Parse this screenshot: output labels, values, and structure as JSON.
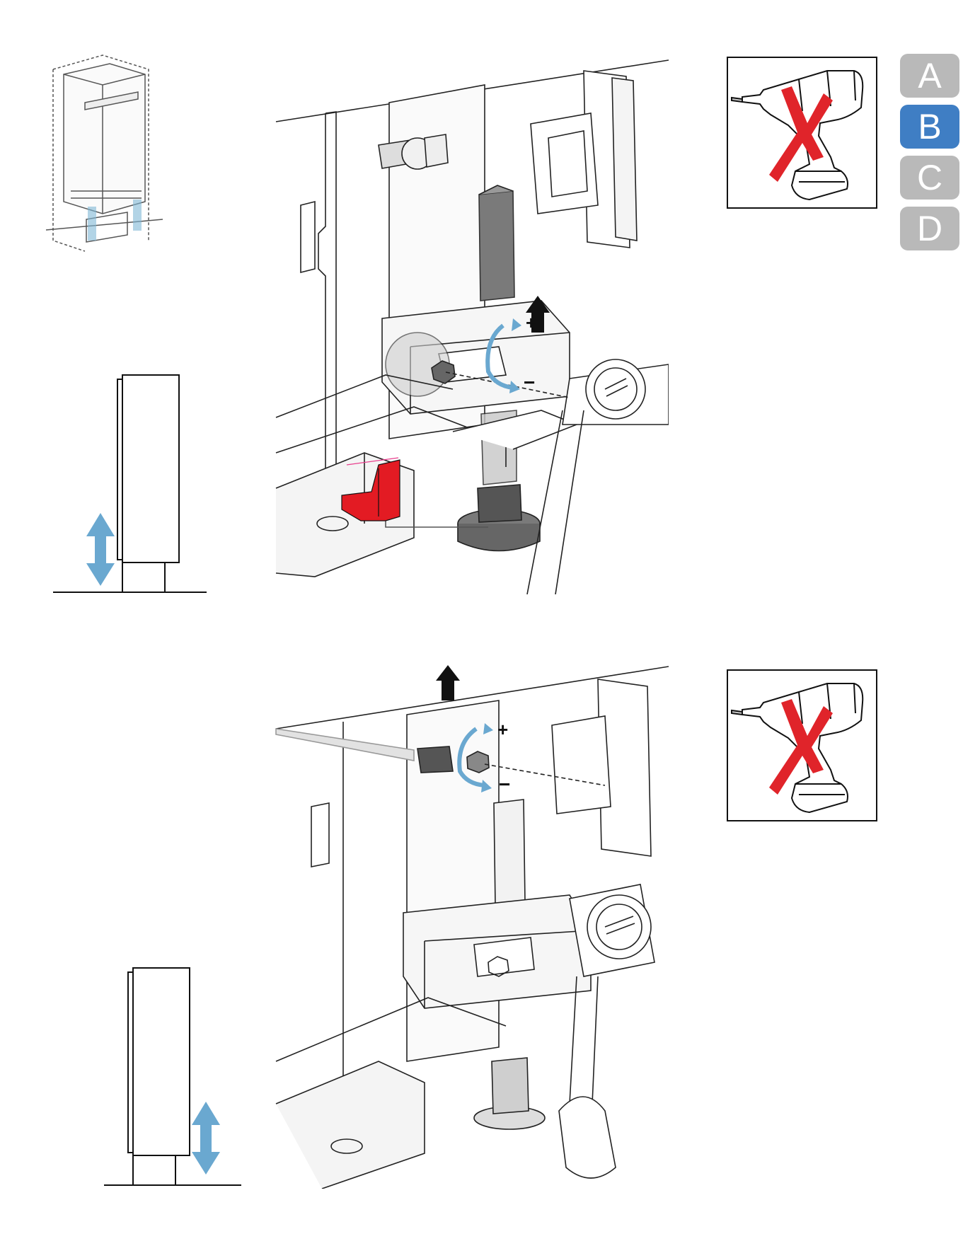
{
  "steps": [
    {
      "letter": "A",
      "active": false
    },
    {
      "letter": "B",
      "active": true
    },
    {
      "letter": "C",
      "active": false
    },
    {
      "letter": "D",
      "active": false
    }
  ],
  "rotation_signs": {
    "top": {
      "plus": "+",
      "minus": "−"
    },
    "bottom": {
      "plus": "+",
      "minus": "−"
    }
  },
  "icons": {
    "no_drill": "no-power-drill-icon",
    "up_arrow": "up-arrow-icon",
    "rotate": "rotate-arrow-icon",
    "height": "height-adjust-arrow-icon"
  },
  "colors": {
    "active_tab": "#3f7ec4",
    "inactive_tab": "#b9b9b9",
    "prohibit_cross": "#e0242a",
    "rotate_arrow": "#6aa8d0",
    "highlight_part": "#e31b23"
  }
}
